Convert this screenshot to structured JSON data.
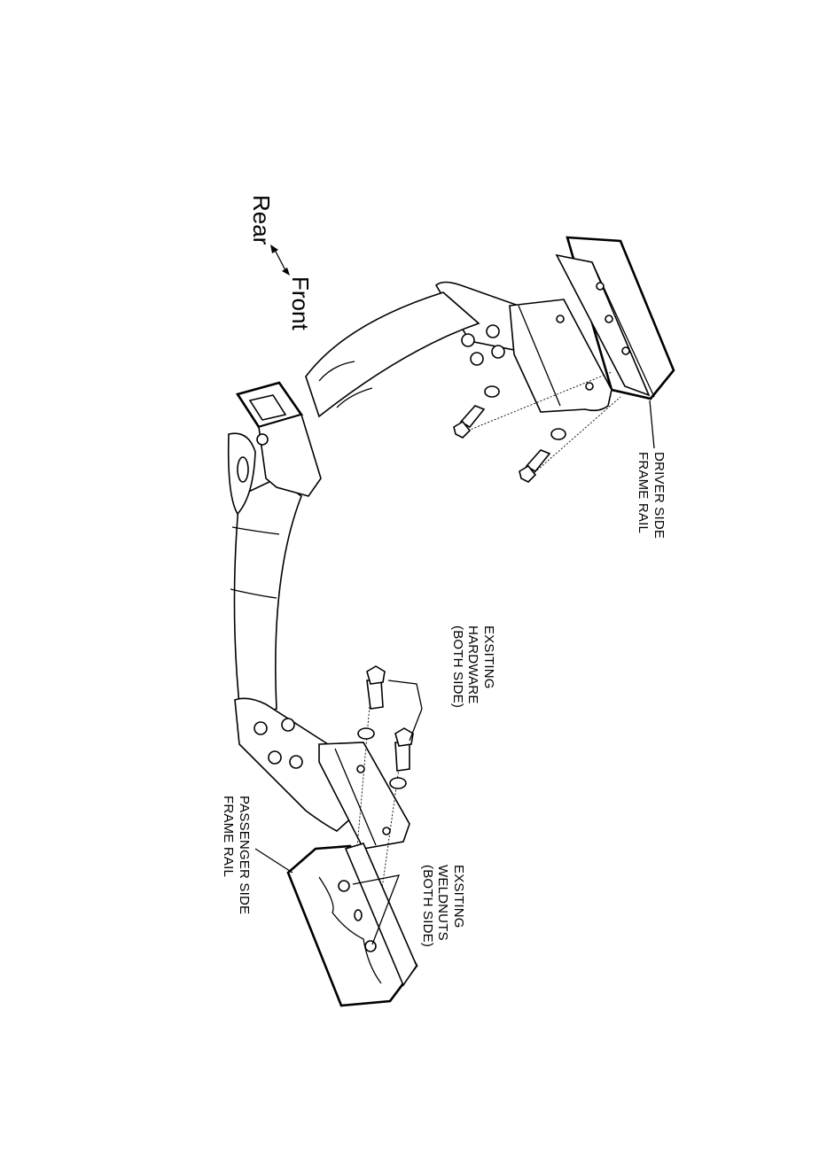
{
  "labels": {
    "rear": "Rear",
    "front": "Front",
    "driver_side": [
      "DRIVER SIDE",
      "FRAME RAIL"
    ],
    "existing_hardware": [
      "EXSITING",
      "HARDWARE",
      "(BOTH SIDE)"
    ],
    "passenger_side": [
      "PASSENGER SIDE",
      "FRAME RAIL"
    ],
    "existing_weldnuts": [
      "EXSITING",
      "WELDNUTS",
      "(BOTH SIDE)"
    ]
  }
}
